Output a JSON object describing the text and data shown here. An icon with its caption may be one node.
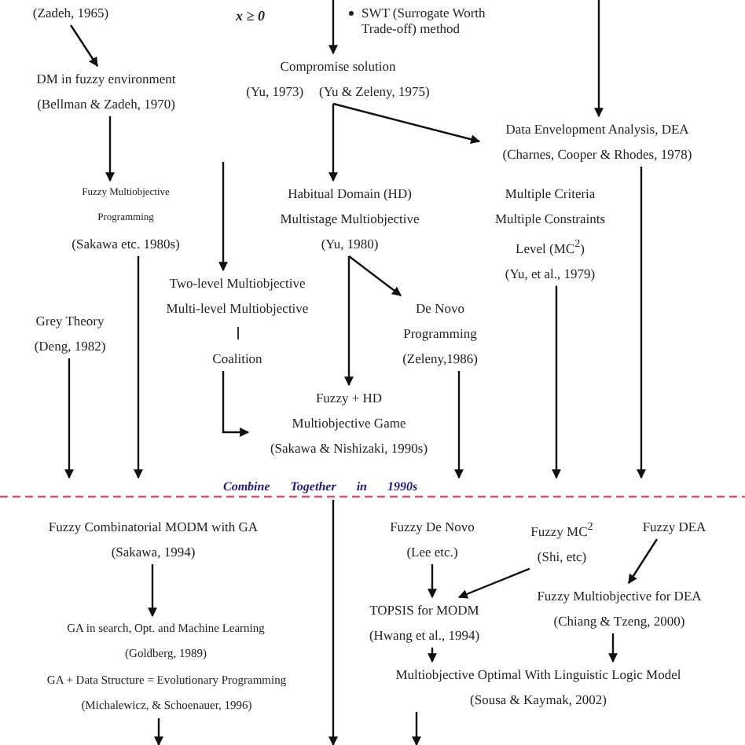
{
  "diagram": {
    "nodes": [
      {
        "text": [
          "(Zadeh, 1965)"
        ]
      },
      {
        "text": [
          "DM in fuzzy environment",
          "(Bellman & Zadeh, 1970)"
        ]
      },
      {
        "text": [
          "Compromise solution",
          "(Yu, 1973)",
          "(Yu & Zeleny, 1975)"
        ]
      },
      {
        "text": [
          "Data Envelopment Analysis, DEA",
          "(Charnes, Cooper & Rhodes, 1978)"
        ]
      },
      {
        "text": [
          "Fuzzy Multiobjective Programming",
          "(Sakawa etc. 1980s)"
        ]
      },
      {
        "text": [
          "Habitual Domain (HD)",
          "Multistage Multiobjective",
          "(Yu, 1980)"
        ]
      },
      {
        "text": [
          "Multiple Criteria Multiple Constraints Level (MC$^{2}$)",
          "(Yu, et al., 1979)"
        ]
      },
      {
        "text": [
          "Two-level Multiobjective",
          "Multi-level Multiobjective",
          "Coalition"
        ]
      },
      {
        "text": [
          "Grey Theory",
          "(Deng, 1982)"
        ]
      },
      {
        "text": [
          "De Novo Programming",
          "(Zeleny,1986)"
        ]
      },
      {
        "text": [
          "Fuzzy + HD Multiobjective Game",
          "(Sakawa & Nishizaki, 1990s)"
        ]
      },
      {
        "text": [
          "Combine Together in 1990s"
        ]
      },
      {
        "text": [
          "Fuzzy Combinatorial MODM with GA",
          "(Sakawa, 1994)"
        ]
      },
      {
        "text": [
          "Fuzzy De Novo",
          "(Lee etc.)"
        ]
      },
      {
        "text": [
          "Fuzzy MC$^{2}$",
          "(Shi, etc)"
        ]
      },
      {
        "text": [
          "Fuzzy DEA"
        ]
      },
      {
        "text": [
          "GA in search, Opt. and Machine Learning",
          "(Goldberg, 1989)"
        ]
      },
      {
        "text": [
          "GA + Data Structure = Evolutionary Programming",
          "(Michalewicz, & Schoenauer, 1996)"
        ]
      },
      {
        "text": [
          "TOPSIS for MODM",
          "(Hwang et al., 1994)"
        ]
      },
      {
        "text": [
          "Fuzzy Multiobjective for DEA",
          "(Chiang & Tzeng, 2000)"
        ]
      },
      {
        "text": [
          "Multiobjective Optimal With Linguistic Logic Model",
          "(Sousa & Kaymak, 2002)"
        ]
      }
    ],
    "edges": [
      {
        "from": null,
        "to": 2,
        "arrow": "to"
      },
      {
        "from": null,
        "to": 3,
        "arrow": "to"
      },
      {
        "from": 0,
        "to": 1,
        "arrow": "to"
      },
      {
        "from": 1,
        "to": 4,
        "arrow": "to"
      },
      {
        "from": 2,
        "to": 5,
        "arrow": "to"
      },
      {
        "from": 2,
        "to": 3,
        "arrow": "to"
      },
      {
        "from": null,
        "to": 7,
        "arrow": "to"
      },
      {
        "from": 5,
        "to": 9,
        "arrow": "to"
      },
      {
        "from": 5,
        "to": 10,
        "arrow": "to"
      },
      {
        "from": 7,
        "to": 10,
        "arrow": "to"
      },
      {
        "from": 8,
        "to": 11,
        "arrow": "to"
      },
      {
        "from": 4,
        "to": 11,
        "arrow": "to"
      },
      {
        "from": 9,
        "to": 11,
        "arrow": "to"
      },
      {
        "from": 6,
        "to": 11,
        "arrow": "to"
      },
      {
        "from": 3,
        "to": 11,
        "arrow": "to"
      },
      {
        "from": 11,
        "to": null,
        "arrow": "to"
      },
      {
        "from": 12,
        "to": 16,
        "arrow": "to"
      },
      {
        "from": 13,
        "to": 18,
        "arrow": "to"
      },
      {
        "from": 14,
        "to": 18,
        "arrow": "to"
      },
      {
        "from": 15,
        "to": 19,
        "arrow": "to"
      },
      {
        "from": 18,
        "to": 20,
        "arrow": "to"
      },
      {
        "from": 19,
        "to": 20,
        "arrow": "to"
      },
      {
        "from": 17,
        "to": null,
        "arrow": "to"
      },
      {
        "from": 20,
        "to": null,
        "arrow": "to"
      }
    ],
    "labels": [
      "x ≥ 0",
      "SWT (Surrogate Worth Trade-off) method"
    ]
  }
}
